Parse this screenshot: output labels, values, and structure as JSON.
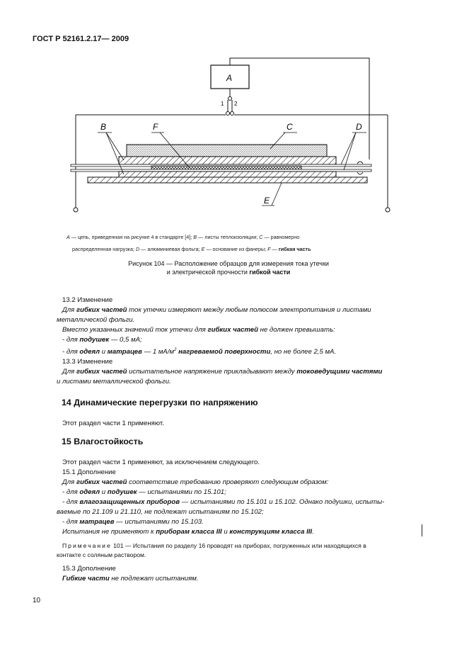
{
  "header": {
    "text": "ГОСТ Р 52161.2.17— 2009"
  },
  "figure": {
    "labels": {
      "A": "A",
      "B": "B",
      "C": "C",
      "D": "D",
      "E": "E",
      "F": "F",
      "t1": "1",
      "t2": "2"
    },
    "legend": {
      "l1a": "A",
      "l1b": " — цепь, приведенная на рисунке 4 в стандарте [4]; ",
      "l1c": "B",
      "l1d": " — листы теплоизоляции; ",
      "l1e": "C",
      "l1f": " — равномерно",
      "l2a": "распределенная нагрузка; ",
      "l2b": "D",
      "l2c": " — алюминиевая фольга; ",
      "l2d": "E",
      "l2e": " — основание из фанеры; ",
      "l2f": "F",
      "l2g": " — ",
      "l2h": "гибкая часть"
    },
    "caption": {
      "line1": "Рисунок 104 — Расположение образцов для измерения тока утечки",
      "line2a": "и электрической прочности ",
      "line2b": "гибкой части"
    }
  },
  "s13": {
    "h2": "13.2 Изменение",
    "p1a": "Для ",
    "p1b": "гибких частей",
    "p1c": " ток утечки измеряют между любым полюсом электропитания и листами",
    "p1d": "металлической фольги.",
    "p2a": "Вместо указанных значений ток утечки для ",
    "p2b": "гибких частей",
    "p2c": " не должен превышать:",
    "b1a": "- для ",
    "b1b": "подушек",
    "b1c": " — 0,5 мА;",
    "b2a": "- для ",
    "b2b": "одеял",
    "b2c": " и ",
    "b2d": "матрацев",
    "b2e": " — 1 мА/м",
    "b2sup": "2",
    "b2f": " нагреваемой поверхности",
    "b2g": ", но не более 2,5 мА.",
    "h3": "13.3 Изменение",
    "p3a": "Для ",
    "p3b": "гибких частей",
    "p3c": " испытательное напряжение прикладывают между ",
    "p3d": "токоведущими частями",
    "p3e": "и листами металлической фольги."
  },
  "s14": {
    "heading": "14 Динамические перегрузки по напряжению",
    "p": "Этот раздел части 1 применяют."
  },
  "s15": {
    "heading": "15 Влагостойкость",
    "p": "Этот раздел части 1 применяют, за исключением следующего.",
    "h1": "15.1 Дополнение",
    "p1a": "Для ",
    "p1b": "гибких частей",
    "p1c": " соответствие требованию проверяют следующим образом:",
    "b1a": "- для ",
    "b1b": "одеял",
    "b1c": " и ",
    "b1d": "подушек",
    "b1e": " — испытаниями по 15.101;",
    "b2a": "- для ",
    "b2b": "влагозащищенных приборов",
    "b2c": " — испытаниями по 15.101 и 15.102. Однако подушки, испыты-",
    "b2d": "ваемые по  21.109 и 21.110, не подлежат испытаниям по 15.102;",
    "b3a": "- для ",
    "b3b": "матрацев",
    "b3c": " — испытаниями по 15.103.",
    "p2a": "Испытания не применяют к ",
    "p2b": "приборам класса III",
    "p2c": " и ",
    "p2d": "конструкциям класса III",
    "note_label": "Примечание",
    "note_text": " 101 — Испытания по разделу 16 проводят на приборах, погруженных или находящихся в",
    "note_text2": "контакте с соляным раствором.",
    "h3": "15.3 Дополнение",
    "p3a": "Гибкие части",
    "p3b": " не подлежат испытаниям."
  },
  "page_number": "10"
}
